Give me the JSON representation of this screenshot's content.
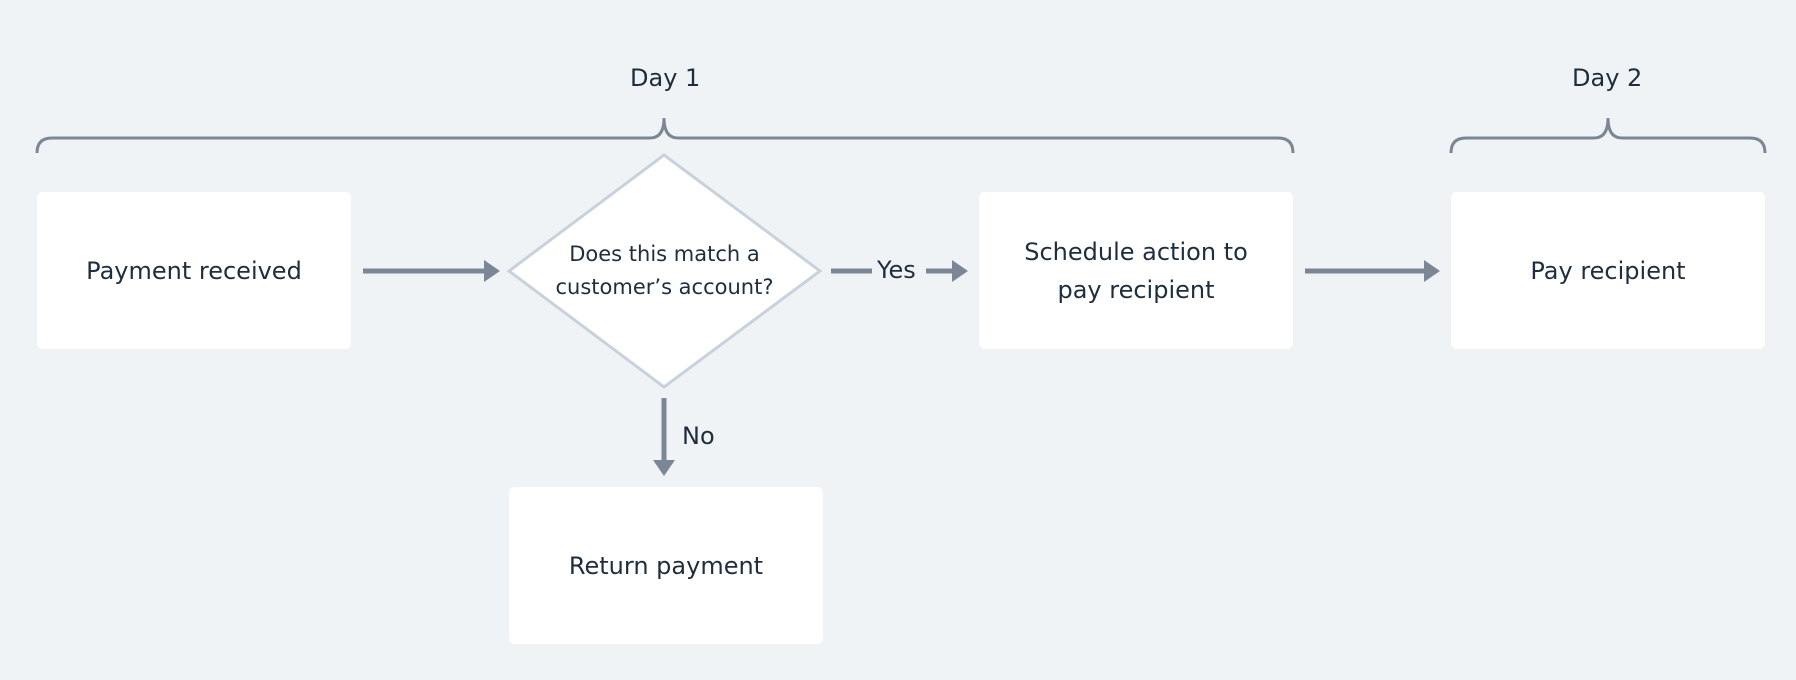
{
  "groups": {
    "day1": "Day 1",
    "day2": "Day 2"
  },
  "nodes": {
    "payment_received": "Payment received",
    "decision_line1": "Does this match a",
    "decision_line2": "customer’s account?",
    "schedule_line1": "Schedule action to",
    "schedule_line2": "pay recipient",
    "pay_recipient": "Pay recipient",
    "return_payment": "Return payment"
  },
  "edges": {
    "yes": "Yes",
    "no": "No"
  },
  "colors": {
    "background": "#f0f3f6",
    "connector": "#7b8794",
    "diamond_border": "#c9d2dc",
    "text": "#1f2d3d"
  }
}
